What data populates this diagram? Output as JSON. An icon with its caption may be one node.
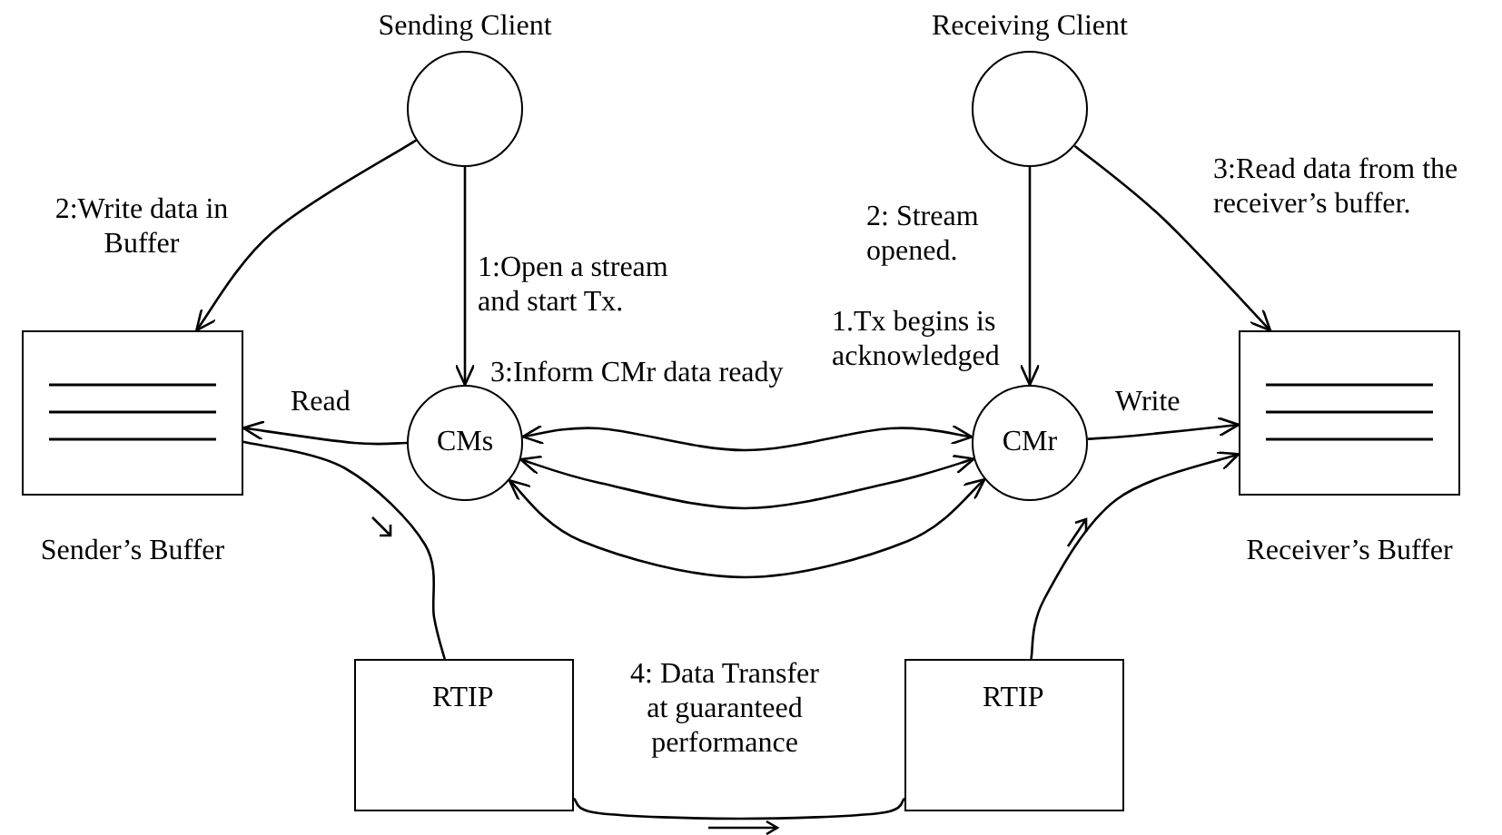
{
  "diagram": {
    "nodes": [
      {
        "text": [
          "Sending Client"
        ]
      },
      {
        "text": [
          "Receiving Client"
        ]
      },
      {
        "text": [
          "Sender’s Buffer"
        ]
      },
      {
        "text": [
          "CMs"
        ]
      },
      {
        "text": [
          "CMr"
        ]
      },
      {
        "text": [
          "Receiver’s Buffer"
        ]
      },
      {
        "text": [
          "RTIP"
        ]
      },
      {
        "text": [
          "RTIP"
        ]
      }
    ],
    "edges": [
      {
        "from": 0,
        "to": 2,
        "arrow": "to",
        "label": "2:Write data in Buffer"
      },
      {
        "from": 0,
        "to": 3,
        "arrow": "to",
        "label": "1:Open a stream and start Tx."
      },
      {
        "from": 1,
        "to": 4,
        "arrow": "to",
        "label": "2: Stream opened."
      },
      {
        "from": 1,
        "to": 5,
        "arrow": "to",
        "label": "3:Read data from the receiver’s buffer."
      },
      {
        "from": 3,
        "to": 2,
        "arrow": "to",
        "label": "Read"
      },
      {
        "from": 4,
        "to": 5,
        "arrow": "to",
        "label": "Write"
      },
      {
        "from": 3,
        "to": 4,
        "arrow": "both",
        "label": "3:Inform CMr data ready"
      },
      {
        "from": 3,
        "to": 4,
        "arrow": "both"
      },
      {
        "from": 3,
        "to": 4,
        "arrow": "both"
      },
      {
        "from": 2,
        "to": 6,
        "arrow": "none"
      },
      {
        "from": 6,
        "to": 7,
        "arrow": "none",
        "label": "4: Data Transfer at guaranteed performance"
      },
      {
        "from": 7,
        "to": 5,
        "arrow": "to"
      }
    ],
    "labels": [
      "1.Tx begins is acknowledged"
    ]
  }
}
